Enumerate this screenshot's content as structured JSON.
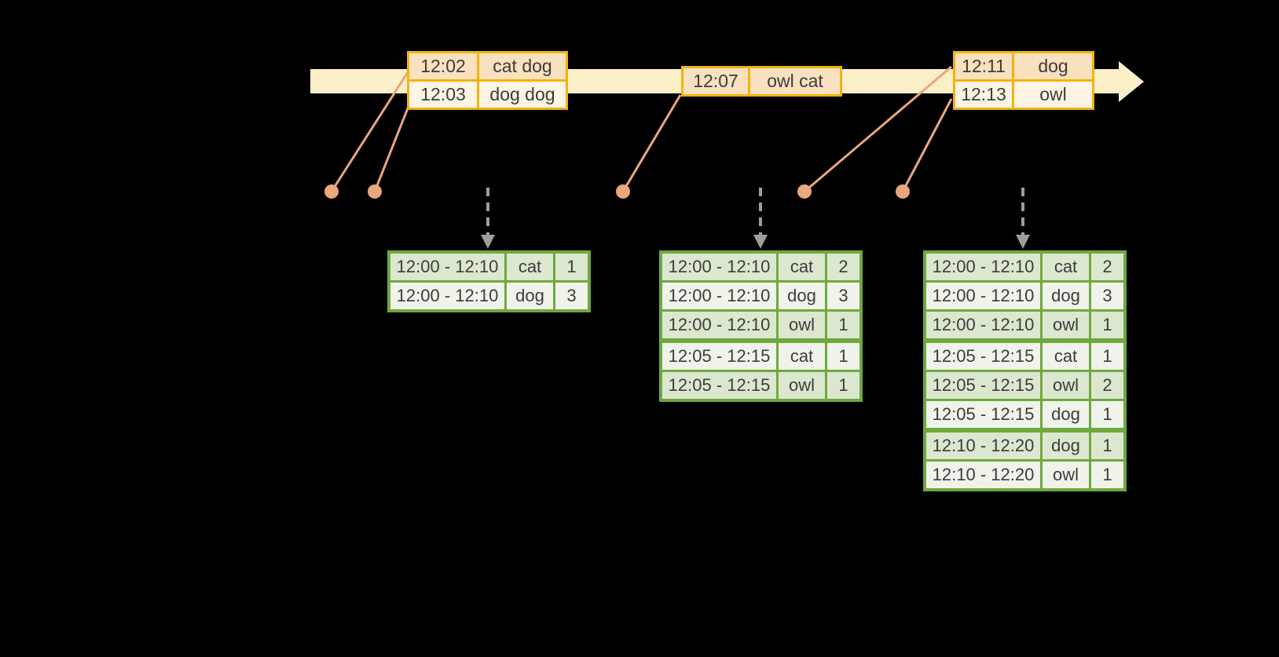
{
  "colors": {
    "background": "#000000",
    "timeline_band": "#FBEFC7",
    "event_table_border": "#F0B410",
    "event_row_dark": "#F9E0BE",
    "event_row_light": "#FDF4E3",
    "event_dot": "#EBA77C",
    "trigger_arrow_gray": "#9E9E9E",
    "result_table_border": "#70A83E",
    "result_row_dark": "#DCE7D0",
    "result_row_light": "#EFF3E9",
    "text": "#3C3C3C"
  },
  "event_tables": [
    {
      "rows": [
        [
          "12:02",
          "cat dog"
        ],
        [
          "12:03",
          "dog dog"
        ]
      ]
    },
    {
      "rows": [
        [
          "12:07",
          "owl cat"
        ]
      ]
    },
    {
      "rows": [
        [
          "12:11",
          "dog"
        ],
        [
          "12:13",
          "owl"
        ]
      ]
    }
  ],
  "result_tables": [
    {
      "group_breaks": [],
      "rows": [
        [
          "12:00 - 12:10",
          "cat",
          "1"
        ],
        [
          "12:00 - 12:10",
          "dog",
          "3"
        ]
      ]
    },
    {
      "group_breaks": [
        3
      ],
      "rows": [
        [
          "12:00 - 12:10",
          "cat",
          "2"
        ],
        [
          "12:00 - 12:10",
          "dog",
          "3"
        ],
        [
          "12:00 - 12:10",
          "owl",
          "1"
        ],
        [
          "12:05 - 12:15",
          "cat",
          "1"
        ],
        [
          "12:05 - 12:15",
          "owl",
          "1"
        ]
      ]
    },
    {
      "group_breaks": [
        3,
        6
      ],
      "rows": [
        [
          "12:00 - 12:10",
          "cat",
          "2"
        ],
        [
          "12:00 - 12:10",
          "dog",
          "3"
        ],
        [
          "12:00 - 12:10",
          "owl",
          "1"
        ],
        [
          "12:05 - 12:15",
          "cat",
          "1"
        ],
        [
          "12:05 - 12:15",
          "owl",
          "2"
        ],
        [
          "12:05 - 12:15",
          "dog",
          "1"
        ],
        [
          "12:10 - 12:20",
          "dog",
          "1"
        ],
        [
          "12:10 - 12:20",
          "owl",
          "1"
        ]
      ]
    }
  ]
}
